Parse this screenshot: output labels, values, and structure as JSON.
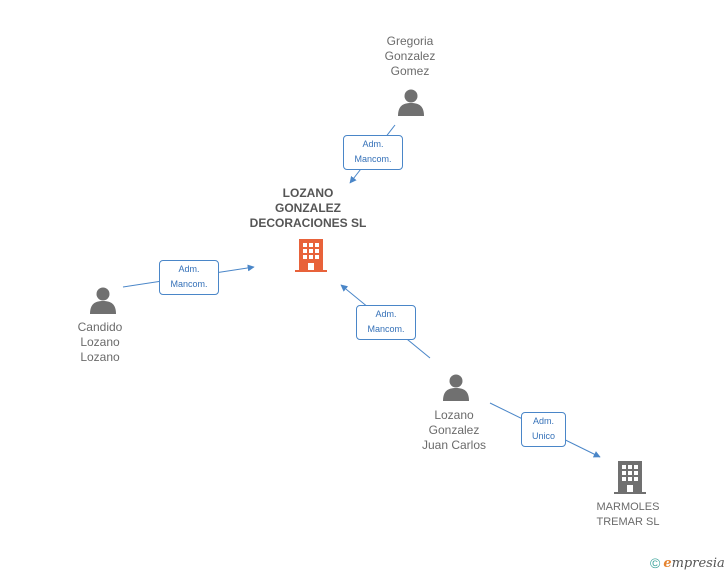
{
  "nodes": {
    "company_main": {
      "label": "LOZANO\nGONZALEZ\nDECORACIONES SL",
      "type": "company",
      "color": "#e8623a"
    },
    "person_gregoria": {
      "label": "Gregoria\nGonzalez\nGomez",
      "type": "person",
      "color": "#707070"
    },
    "person_candido": {
      "label": "Candido\nLozano\nLozano",
      "type": "person",
      "color": "#707070"
    },
    "person_juan_carlos": {
      "label": "Lozano\nGonzalez\nJuan Carlos",
      "type": "person",
      "color": "#707070"
    },
    "company_marmoles": {
      "label": "MARMOLES\nTREMAR SL",
      "type": "company",
      "color": "#707070"
    }
  },
  "edges": {
    "gregoria_to_main": {
      "label": "Adm.\nMancom."
    },
    "candido_to_main": {
      "label": "Adm.\nMancom."
    },
    "juan_carlos_to_main": {
      "label": "Adm.\nMancom."
    },
    "juan_carlos_to_marmoles": {
      "label": "Adm.\nUnico"
    }
  },
  "footer": {
    "copyright_symbol": "©",
    "brand_first": "e",
    "brand_rest": "mpresia"
  },
  "colors": {
    "edge": "#4a86c8",
    "edge_text": "#3571b8"
  }
}
